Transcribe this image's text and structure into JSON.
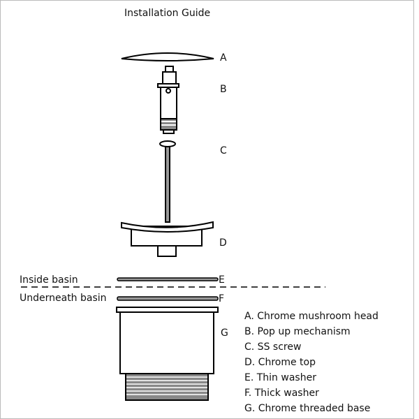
{
  "title": "Installation Guide",
  "part_letters": [
    "A",
    "B",
    "C",
    "D",
    "E",
    "F",
    "G"
  ],
  "side_labels": {
    "inside": "Inside basin",
    "underneath": "Underneath basin"
  },
  "legend": [
    "A. Chrome mushroom head",
    "B. Pop up mechanism",
    "C. SS screw",
    "D. Chrome top",
    "E. Thin washer",
    "F. Thick washer",
    "G. Chrome threaded base"
  ]
}
